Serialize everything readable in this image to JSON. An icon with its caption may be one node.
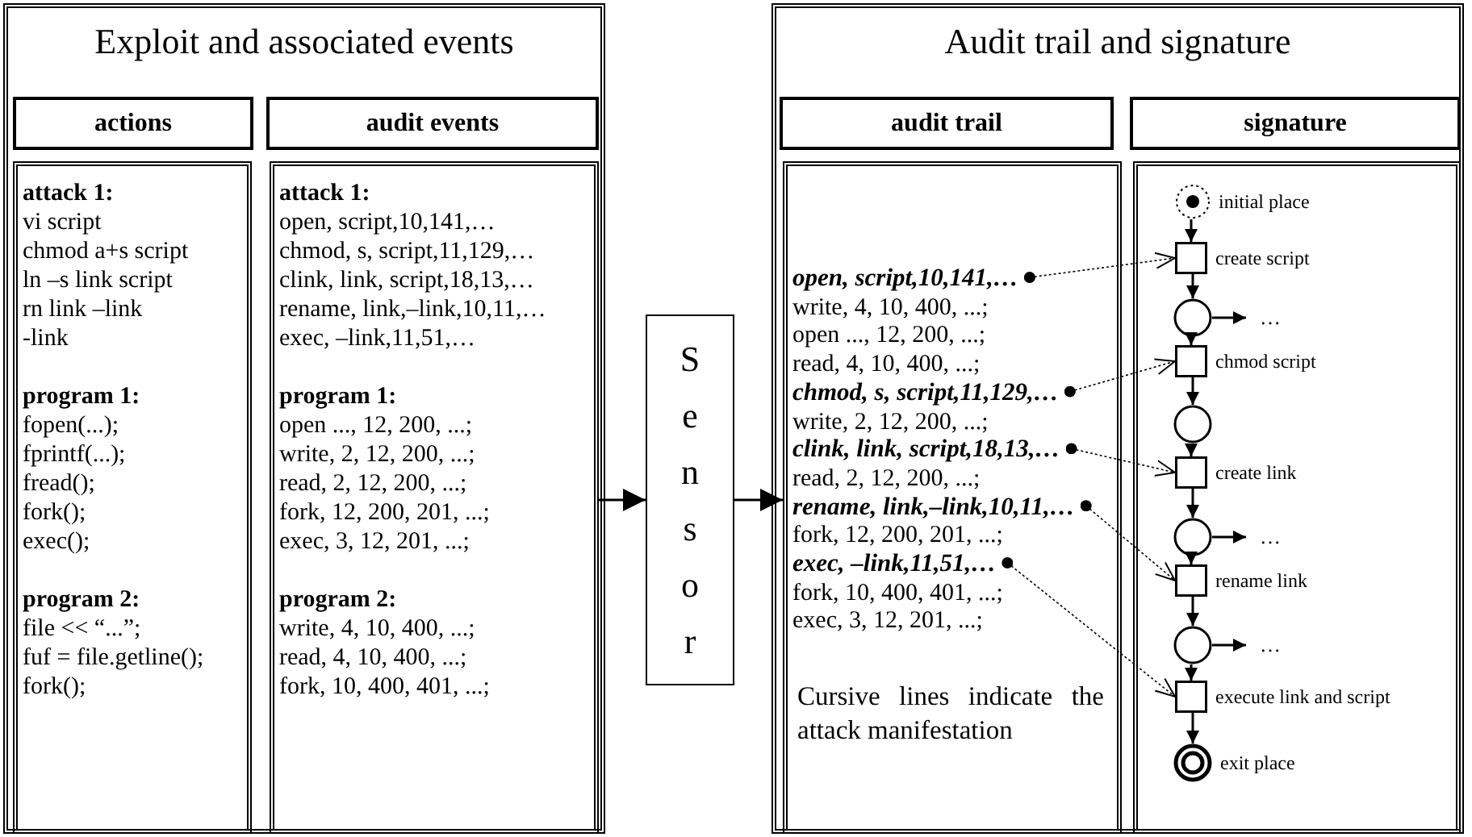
{
  "diagram": {
    "nodes": [
      {
        "text": [
          "Exploit and associated events"
        ]
      },
      {
        "text": [
          "actions"
        ],
        "in": 0
      },
      {
        "text": [
          "attack 1:",
          "vi script",
          "chmod a+s script",
          "ln –s link script",
          "rn link –link",
          "-link",
          "program 1:",
          "fopen(...);",
          "fprintf(...);",
          "fread();",
          "fork();",
          "exec();",
          "program 2:",
          "file << “...”;",
          "fuf = file.getline();",
          "fork();"
        ],
        "in": 0
      },
      {
        "text": [
          "audit events"
        ],
        "in": 0
      },
      {
        "text": [
          "attack 1:",
          "open, script,10,141,…",
          "chmod, s, script,11,129,…",
          "clink, link, script,18,13,…",
          "rename, link,–link,10,11,…",
          "exec, –link,11,51,…",
          "program 1:",
          "open ..., 12, 200, ...;",
          "write, 2, 12, 200, ...;",
          "read, 2, 12, 200, ...;",
          "fork, 12, 200, 201, ...;",
          "exec, 3, 12, 201, ...;",
          "program 2:",
          "write, 4, 10, 400, ...;",
          "read, 4, 10, 400, ...;",
          "fork, 10, 400, 401, ...;"
        ],
        "in": 0
      },
      {
        "text": [
          "Sensor"
        ]
      },
      {
        "text": [
          "Audit trail and signature"
        ]
      },
      {
        "text": [
          "audit trail"
        ],
        "in": 6
      },
      {
        "text": [
          "write, 4, 10, 400, ...;",
          "open ..., 12, 200, ...;",
          "read, 4, 10, 400, ...;",
          "write, 2, 12, 200, ...;",
          "read, 2, 12, 200, ...;",
          "fork, 12, 200, 201, ...;",
          "fork, 10, 400, 401, ...;",
          "exec, 3, 12, 201, ...;",
          "Cursive lines indicate the attack manifestation"
        ],
        "in": 6
      },
      {
        "text": [
          "open, script,10,141,…"
        ],
        "in": 8
      },
      {
        "text": [
          "chmod, s, script,11,129,…"
        ],
        "in": 8
      },
      {
        "text": [
          "clink, link, script,18,13,…"
        ],
        "in": 8
      },
      {
        "text": [
          "rename, link,–link,10,11,…"
        ],
        "in": 8
      },
      {
        "text": [
          "exec, –link,11,51,…"
        ],
        "in": 8
      },
      {
        "text": [
          "signature"
        ],
        "in": 6
      },
      {
        "text": [],
        "shape": "box",
        "in": 6
      },
      {
        "text": [],
        "shape": "circle",
        "beside": [
          "initial place"
        ],
        "in": 15
      },
      {
        "text": [],
        "shape": "box",
        "beside": [
          "create script"
        ],
        "in": 15
      },
      {
        "text": [],
        "shape": "circle",
        "in": 15
      },
      {
        "text": [
          "…"
        ],
        "in": 15
      },
      {
        "text": [],
        "shape": "box",
        "beside": [
          "chmod script"
        ],
        "in": 15
      },
      {
        "text": [],
        "shape": "circle",
        "in": 15
      },
      {
        "text": [],
        "shape": "box",
        "beside": [
          "create link"
        ],
        "in": 15
      },
      {
        "text": [],
        "shape": "circle",
        "in": 15
      },
      {
        "text": [
          "…"
        ],
        "in": 15
      },
      {
        "text": [],
        "shape": "box",
        "beside": [
          "rename link"
        ],
        "in": 15
      },
      {
        "text": [],
        "shape": "circle",
        "in": 15
      },
      {
        "text": [
          "…"
        ],
        "in": 15
      },
      {
        "text": [],
        "shape": "box",
        "beside": [
          "execute link and script"
        ],
        "in": 15
      },
      {
        "text": [],
        "shape": "circle",
        "beside": [
          "exit place"
        ],
        "in": 15
      }
    ],
    "edges": [
      {
        "from": 4,
        "to": 5,
        "arrow": "to"
      },
      {
        "from": 5,
        "to": 8,
        "arrow": "to"
      },
      {
        "from": 16,
        "to": 17,
        "arrow": "to"
      },
      {
        "from": 17,
        "to": 18,
        "arrow": "to"
      },
      {
        "from": 18,
        "to": 19,
        "arrow": "to"
      },
      {
        "from": 18,
        "to": 20,
        "arrow": "to"
      },
      {
        "from": 20,
        "to": 21,
        "arrow": "to"
      },
      {
        "from": 21,
        "to": 22,
        "arrow": "to"
      },
      {
        "from": 22,
        "to": 23,
        "arrow": "to"
      },
      {
        "from": 23,
        "to": 24,
        "arrow": "to"
      },
      {
        "from": 23,
        "to": 25,
        "arrow": "to"
      },
      {
        "from": 25,
        "to": 26,
        "arrow": "to"
      },
      {
        "from": 26,
        "to": 27,
        "arrow": "to"
      },
      {
        "from": 26,
        "to": 28,
        "arrow": "to"
      },
      {
        "from": 28,
        "to": 29,
        "arrow": "to"
      },
      {
        "from": 9,
        "to": 17,
        "arrow": "to",
        "style": "dashed"
      },
      {
        "from": 10,
        "to": 20,
        "arrow": "to",
        "style": "dashed"
      },
      {
        "from": 11,
        "to": 22,
        "arrow": "to",
        "style": "dashed"
      },
      {
        "from": 12,
        "to": 25,
        "arrow": "to",
        "style": "dashed"
      },
      {
        "from": 13,
        "to": 28,
        "arrow": "to",
        "style": "dashed"
      }
    ]
  }
}
